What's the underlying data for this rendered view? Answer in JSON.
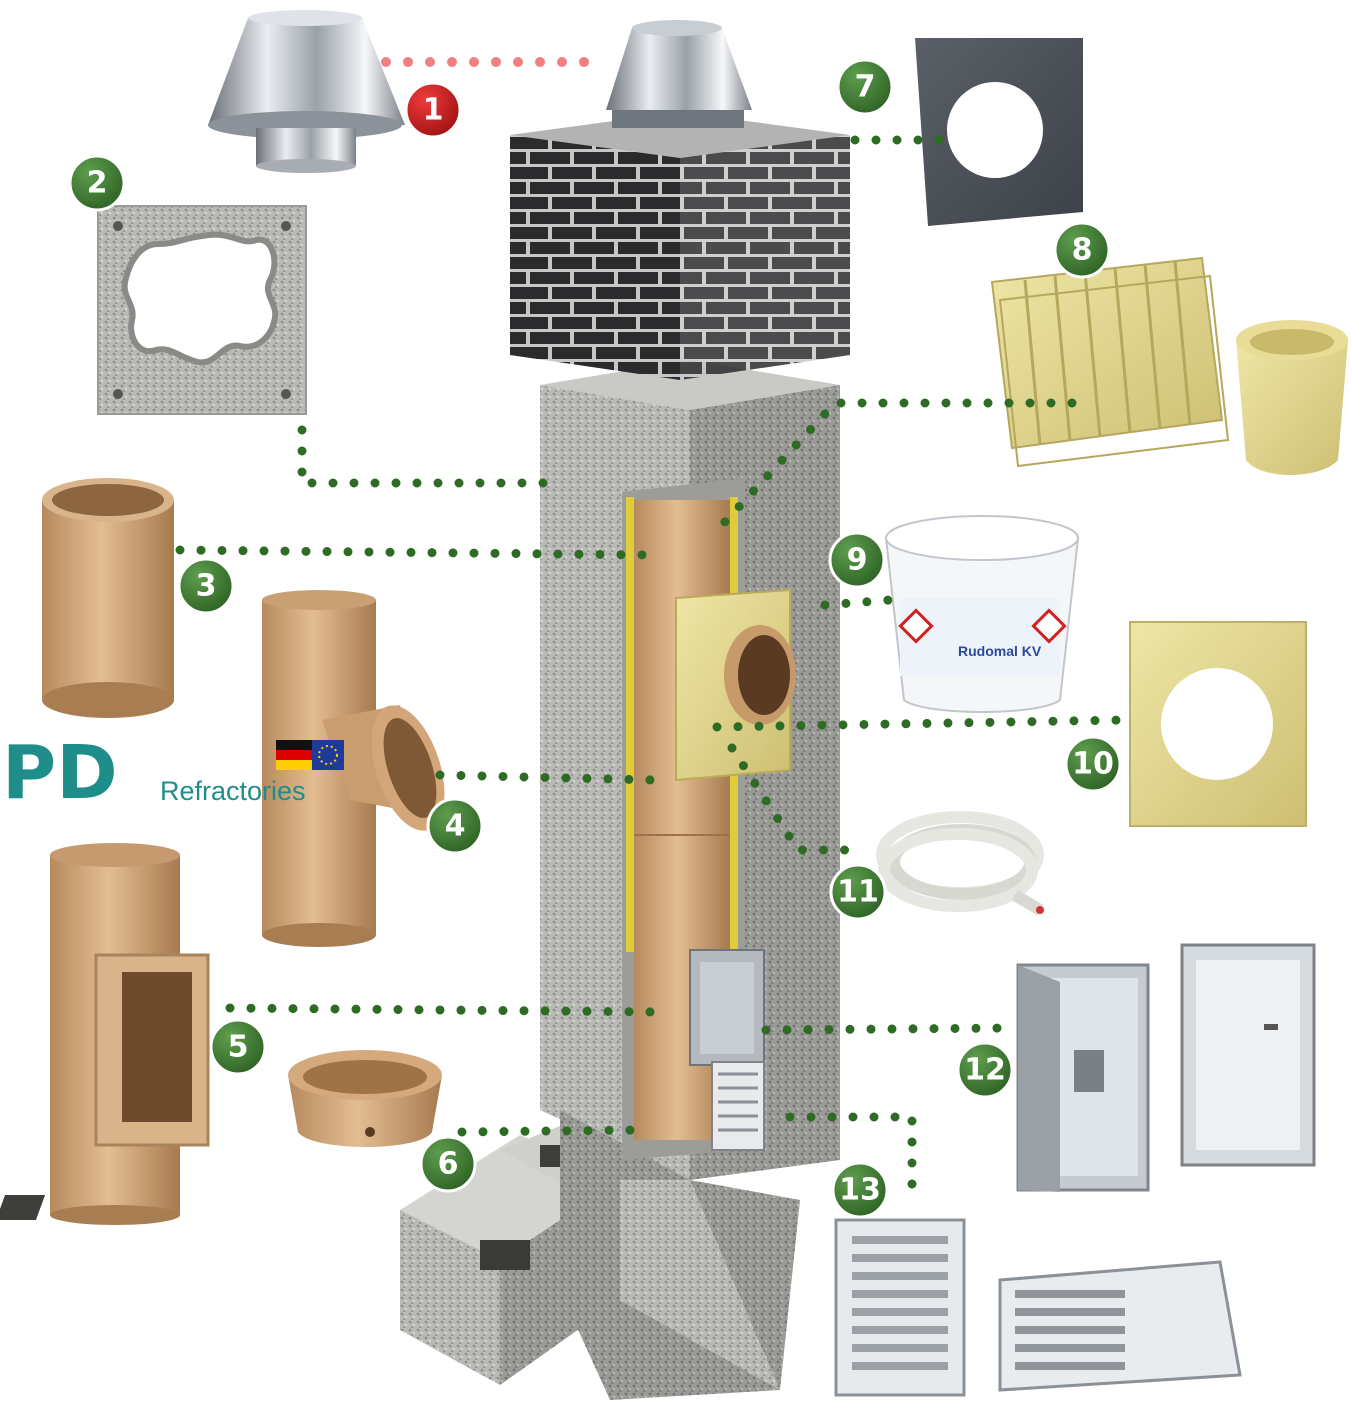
{
  "brand": {
    "logo_letters": "PD",
    "logo_word": "Refractories",
    "accent_color": "#1f8e8a"
  },
  "bucket_label": "Rudomal KV",
  "callouts": [
    {
      "number": "1",
      "color": "#c41e1e",
      "icon": "chimney-cap-icon"
    },
    {
      "number": "2",
      "color": "#3a7a2f",
      "icon": "chimney-block-icon"
    },
    {
      "number": "3",
      "color": "#3a7a2f",
      "icon": "ceramic-pipe-icon"
    },
    {
      "number": "4",
      "color": "#3a7a2f",
      "icon": "tee-pipe-icon"
    },
    {
      "number": "5",
      "color": "#3a7a2f",
      "icon": "inspection-pipe-icon"
    },
    {
      "number": "6",
      "color": "#3a7a2f",
      "icon": "condensate-tray-icon"
    },
    {
      "number": "7",
      "color": "#3a7a2f",
      "icon": "cover-plate-icon"
    },
    {
      "number": "8",
      "color": "#3a7a2f",
      "icon": "mineral-wool-icon"
    },
    {
      "number": "9",
      "color": "#3a7a2f",
      "icon": "sealant-bucket-icon"
    },
    {
      "number": "10",
      "color": "#3a7a2f",
      "icon": "insulation-plate-icon"
    },
    {
      "number": "11",
      "color": "#3a7a2f",
      "icon": "sealing-rope-icon"
    },
    {
      "number": "12",
      "color": "#3a7a2f",
      "icon": "cleanout-door-icon"
    },
    {
      "number": "13",
      "color": "#3a7a2f",
      "icon": "vent-grille-icon"
    }
  ]
}
